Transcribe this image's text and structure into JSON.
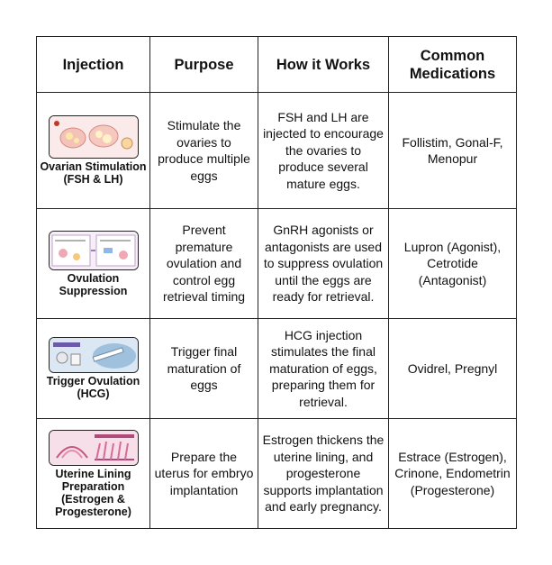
{
  "headers": [
    "Injection",
    "Purpose",
    "How it Works",
    "Common Medications"
  ],
  "rows": [
    {
      "injection": "Ovarian Stimulation (FSH & LH)",
      "purpose": "Stimulate the ovaries to produce multiple eggs",
      "how": "FSH and LH are injected to encourage the ovaries to produce several mature eggs.",
      "meds": "Follistim, Gonal-F, Menopur"
    },
    {
      "injection": "Ovulation Suppression",
      "purpose": "Prevent premature ovulation and control egg retrieval timing",
      "how": "GnRH agonists or antagonists are used to suppress ovulation until the eggs are ready for retrieval.",
      "meds": "Lupron (Agonist), Cetrotide (Antagonist)"
    },
    {
      "injection": "Trigger Ovulation (HCG)",
      "purpose": "Trigger final maturation of eggs",
      "how": "HCG injection stimulates the final maturation of eggs, preparing them for retrieval.",
      "meds": "Ovidrel, Pregnyl"
    },
    {
      "injection": "Uterine Lining Preparation (Estrogen & Progesterone)",
      "purpose": "Prepare the uterus for embryo implantation",
      "how": "Estrogen thickens the uterine lining, and progesterone supports implantation and early pregnancy.",
      "meds": "Estrace (Estrogen), Crinone, Endometrin (Progesterone)"
    }
  ]
}
